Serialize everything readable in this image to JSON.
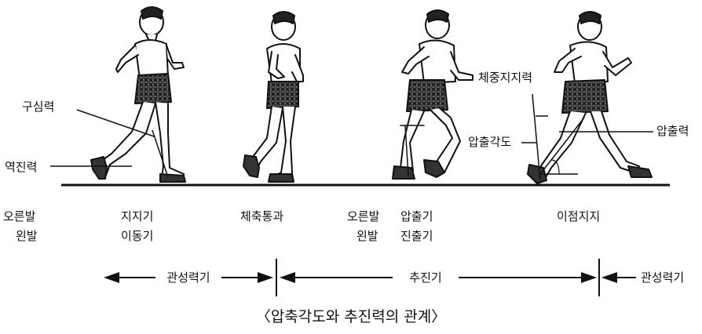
{
  "labels": {
    "centripetal_force": "구심력",
    "reverse_force": "역진력",
    "weight_support_force": "체중지지력",
    "push_angle": "압출각도",
    "push_force": "압출력"
  },
  "phases": {
    "right_foot_1": "오른발",
    "left_foot_1": "왼발",
    "support_phase": "지지기",
    "moving_phase": "이동기",
    "body_axis_pass": "체축통과",
    "right_foot_2": "오른발",
    "left_foot_2": "왼발",
    "push_phase": "압출기",
    "advance_phase": "진출기",
    "separation": "이점지지"
  },
  "timeline": {
    "inertia_left": "관성력기",
    "propulsion": "추진기",
    "inertia_right": "관성력기"
  },
  "caption": "〈압축각도와 추진력의 관계〉",
  "colors": {
    "ink": "#111111",
    "shorts": "#3a3a3a",
    "background": "#ffffff"
  }
}
